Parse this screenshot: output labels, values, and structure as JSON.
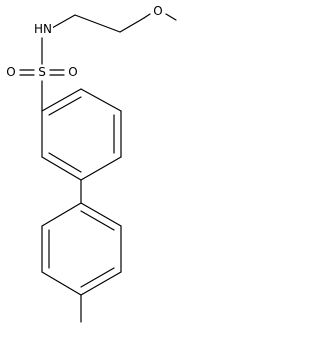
{
  "structure": {
    "atoms": {
      "n": "HN",
      "s": "S",
      "o_left": "O",
      "o_right": "O",
      "o_ether": "O"
    }
  },
  "colors": {
    "bond": "#000000",
    "background": "#ffffff"
  }
}
